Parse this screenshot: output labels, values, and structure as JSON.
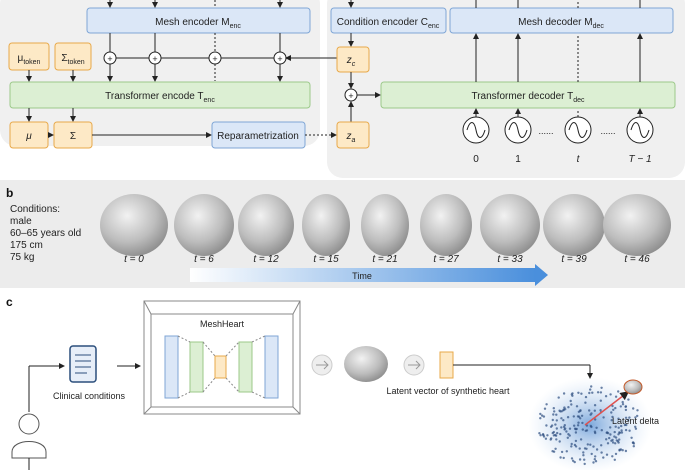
{
  "panel_a": {
    "mesh_encoder": "Mesh encoder M",
    "mesh_encoder_sub": "enc",
    "condition_encoder": "Condition encoder C",
    "condition_encoder_sub": "enc",
    "mesh_decoder": "Mesh decoder M",
    "mesh_decoder_sub": "dec",
    "mu_token": "μ",
    "mu_token_sub": "token",
    "sigma_token": "Σ",
    "sigma_token_sub": "token",
    "transformer_encoder": "Transformer encode T",
    "transformer_encoder_sub": "enc",
    "transformer_decoder": "Transformer decoder T",
    "transformer_decoder_sub": "dec",
    "mu": "μ",
    "sigma": "Σ",
    "reparametrization": "Reparametrization",
    "zc": "z",
    "zc_sub": "c",
    "za": "z",
    "za_sub": "a",
    "plus": "+",
    "time_labels": [
      "0",
      "1",
      "t",
      "T − 1"
    ],
    "dots": "......"
  },
  "panel_b": {
    "letter": "b",
    "conditions_title": "Conditions:",
    "conditions": [
      "male",
      "60–65 years old",
      "175 cm",
      "75 kg"
    ],
    "frame_labels": [
      "t = 0",
      "t = 6",
      "t = 12",
      "t = 15",
      "t = 21",
      "t = 27",
      "t = 33",
      "t = 39",
      "t = 46"
    ],
    "time_arrow_label": "Time"
  },
  "panel_c": {
    "letter": "c",
    "model_title": "MeshHeart",
    "clinical_conditions": "Clinical conditions",
    "latent_vector_label": "Latent vector of synthetic heart",
    "latent_delta": "Latent delta"
  },
  "colors": {
    "blue_box": "#dbe7f7",
    "green_box": "#dcefd3",
    "orange_box": "#fde9c6",
    "panel_bg": "#ececec",
    "time_arrow": "#4a8fdc"
  }
}
